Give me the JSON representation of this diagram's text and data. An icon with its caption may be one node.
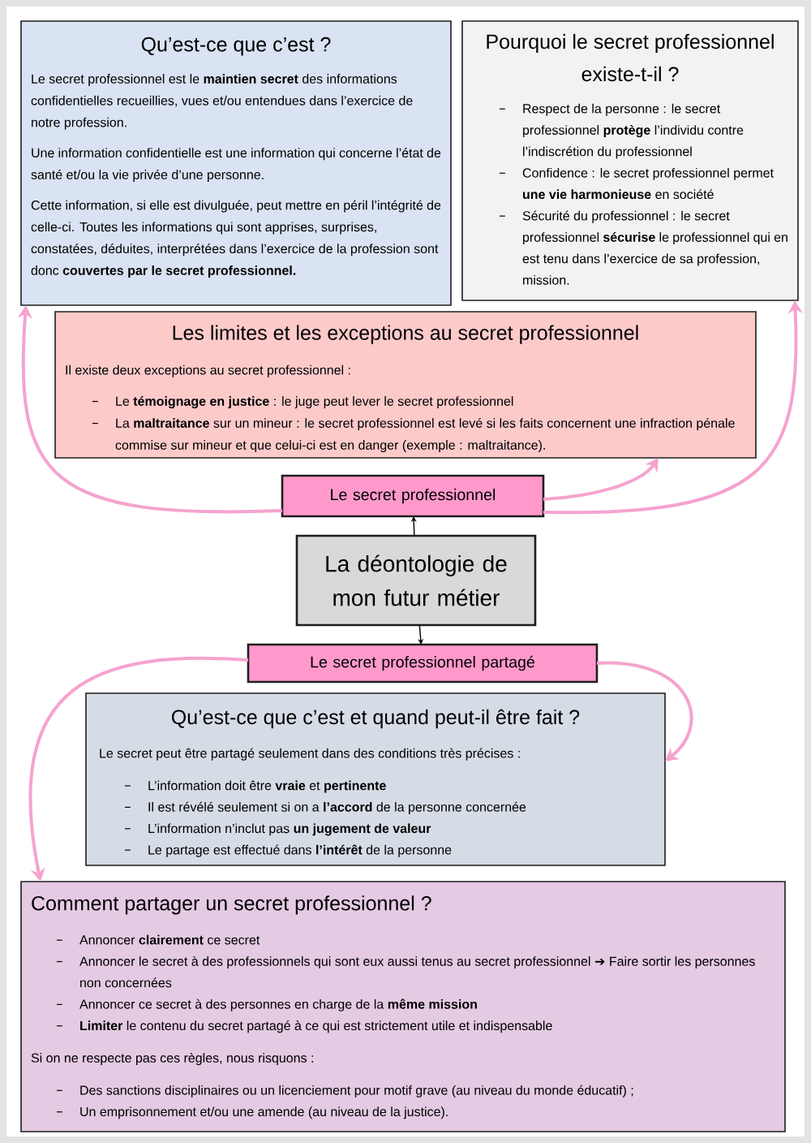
{
  "diagram": {
    "nodes": [
      {
        "text": [
          "Qu’est-ce que c’est ?",
          "Le secret professionnel est le **maintien secret** des informations confidentielles recueillies, vues et/ou entendues dans l’exercice de notre profession.",
          "Une information confidentielle est une information qui concerne l’état de santé et/ou la vie privée d’une personne.",
          "Cette information, si elle est divulguée, peut mettre en péril l’intégrité de celle-ci. Toutes les informations qui sont apprises, surprises, constatées, déduites, interprétées dans l’exercice de la profession sont donc **couvertes par le secret professionnel.**"
        ]
      },
      {
        "text": [
          "Pourquoi le secret professionnel existe-t-il ?",
          "Respect de la personne : le secret professionnel **protège** l’individu contre l’indiscrétion du professionnel",
          "Confidence : le secret professionnel permet **une vie harmonieuse** en société",
          "Sécurité du professionnel : le secret professionnel **sécurise** le professionnel qui en est tenu dans l’exercice de sa profession, mission."
        ]
      },
      {
        "text": [
          "Les limites et les exceptions au secret professionnel",
          "Il existe deux exceptions au secret professionnel :",
          "Le **témoignage en justice** : le juge peut lever le secret professionnel",
          "La **maltraitance** sur un mineur : le secret professionnel est levé si les faits concernent une infraction pénale commise sur mineur et que celui-ci est en danger (exemple : maltraitance)."
        ]
      },
      {
        "text": [
          "Le secret professionnel"
        ]
      },
      {
        "text": [
          "La déontologie de mon futur métier"
        ]
      },
      {
        "text": [
          "Le secret professionnel partagé"
        ]
      },
      {
        "text": [
          "Qu’est-ce que c’est et quand peut-il être fait ?",
          "Le secret peut être partagé seulement dans des conditions très précises :",
          "L’information doit être **vraie** et **pertinente**",
          "Il est révélé seulement si on a **l’accord** de la personne concernée",
          "L’information n’inclut pas **un jugement de valeur**",
          "Le partage est effectué dans **l’intérêt** de la personne"
        ]
      },
      {
        "text": [
          "Comment partager un secret professionnel ?",
          "Annoncer **clairement** ce secret",
          "Annoncer le secret à des professionnels qui sont eux aussi tenus au secret professionnel ➔ Faire sortir les personnes non concernées",
          "Annoncer ce secret à des personnes en charge de la **même mission**",
          "**Limiter** le contenu du secret partagé à ce qui est strictement utile et indispensable",
          "Si on ne respecte pas ces règles, nous risquons :",
          "Des sanctions disciplinaires ou un licenciement pour motif grave (au niveau du monde éducatif) ;",
          "Un emprisonnement et/ou une amende (au niveau de la justice)."
        ]
      }
    ],
    "edges": [
      {
        "from": 4,
        "to": 3,
        "arrow": "to",
        "color": "#000000"
      },
      {
        "from": 3,
        "to": 0,
        "arrow": "to"
      },
      {
        "from": 3,
        "to": 2,
        "arrow": "to"
      },
      {
        "from": 3,
        "to": 1,
        "arrow": "to"
      },
      {
        "from": 4,
        "to": 5,
        "arrow": "to",
        "color": "#000000"
      },
      {
        "from": 5,
        "to": 6,
        "arrow": "to"
      },
      {
        "from": 5,
        "to": 7,
        "arrow": "to"
      }
    ]
  }
}
